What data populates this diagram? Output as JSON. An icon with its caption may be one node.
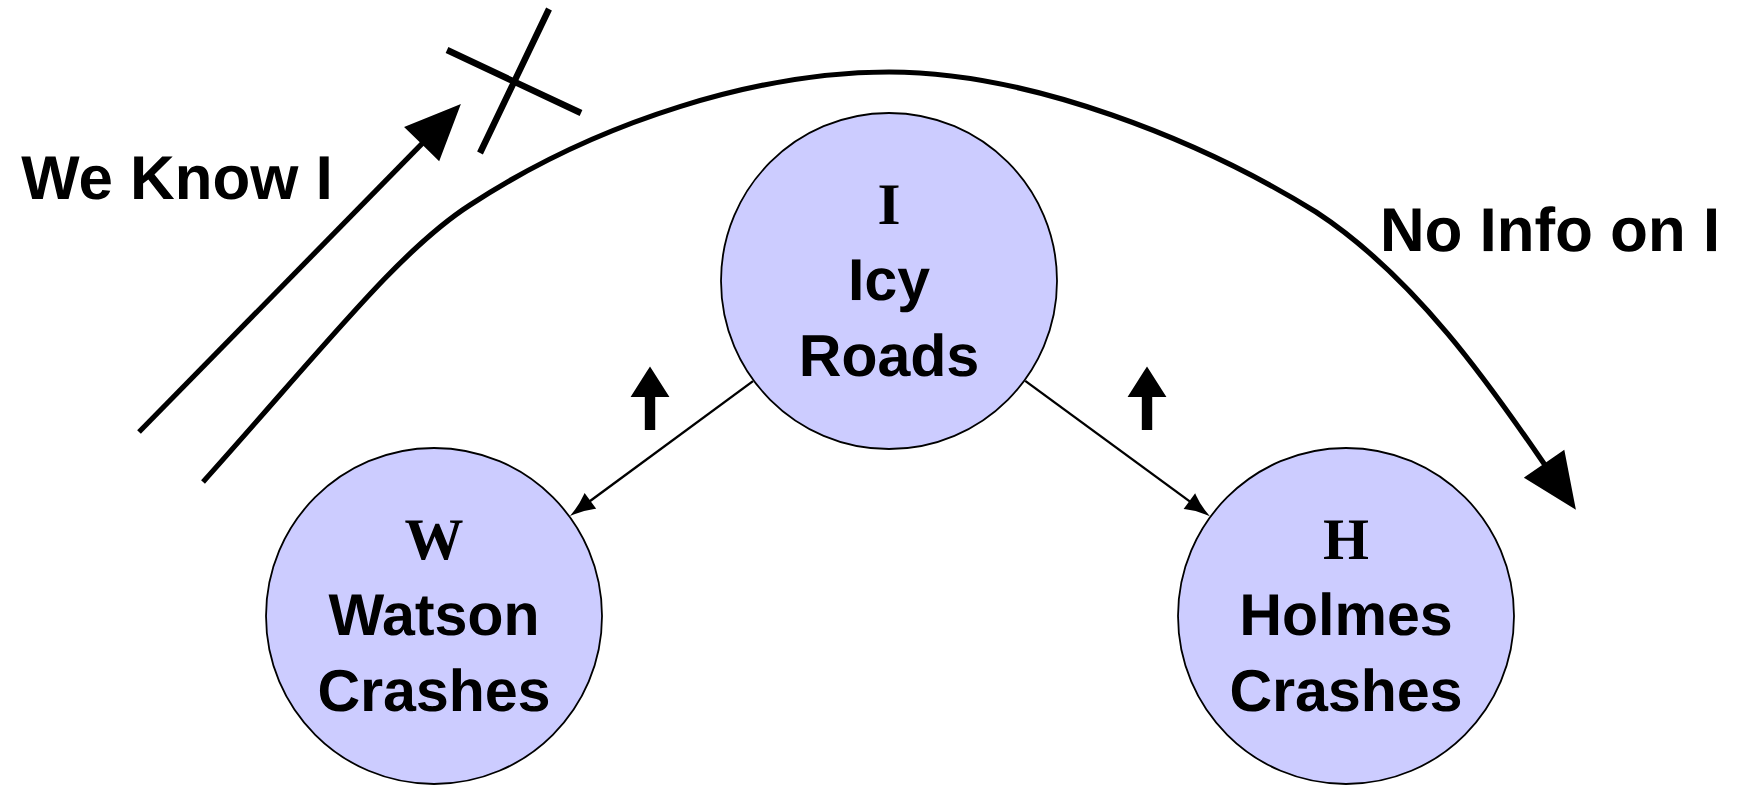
{
  "diagram": {
    "nodes": [
      {
        "text": [
          "I",
          "Icy Roads"
        ]
      },
      {
        "text": [
          "W",
          "Watson Crashes"
        ]
      },
      {
        "text": [
          "H",
          "Holmes Crashes"
        ]
      }
    ],
    "edges": [
      {
        "from": 0,
        "to": 1,
        "arrow": "to"
      },
      {
        "from": 0,
        "to": 2,
        "arrow": "to"
      }
    ],
    "labels": [
      "We Know I",
      "No Info on I"
    ]
  }
}
